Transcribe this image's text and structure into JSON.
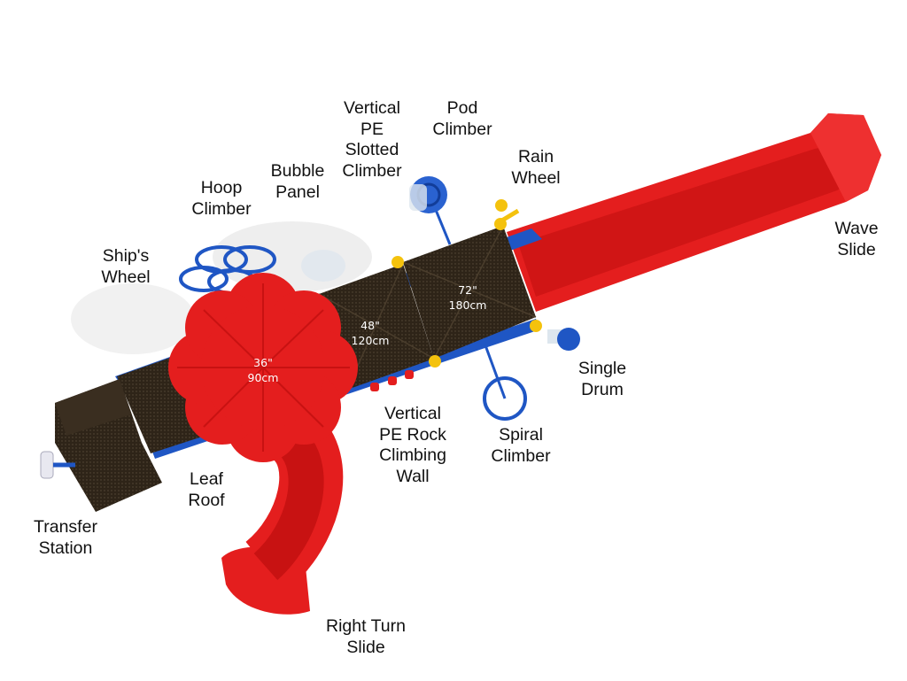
{
  "colors": {
    "red": "#e41e1e",
    "deck": "#2e2418",
    "blue": "#1f56c4",
    "yellow": "#f4c20d"
  },
  "labels": {
    "vertical_pe_slotted_climber": [
      "Vertical",
      "PE",
      "Slotted",
      "Climber"
    ],
    "pod_climber": [
      "Pod",
      "Climber"
    ],
    "rain_wheel": [
      "Rain",
      "Wheel"
    ],
    "bubble_panel": [
      "Bubble",
      "Panel"
    ],
    "hoop_climber": [
      "Hoop",
      "Climber"
    ],
    "ships_wheel": [
      "Ship's",
      "Wheel"
    ],
    "wave_slide": [
      "Wave",
      "Slide"
    ],
    "single_drum": [
      "Single",
      "Drum"
    ],
    "vertical_pe_rock_climbing_wall": [
      "Vertical",
      "PE Rock",
      "Climbing",
      "Wall"
    ],
    "spiral_climber": [
      "Spiral",
      "Climber"
    ],
    "leaf_roof": [
      "Leaf",
      "Roof"
    ],
    "transfer_station": [
      "Transfer",
      "Station"
    ],
    "right_turn_slide": [
      "Right Turn",
      "Slide"
    ]
  },
  "deck_heights": [
    {
      "imperial": "36\"",
      "metric": "90cm"
    },
    {
      "imperial": "48\"",
      "metric": "120cm"
    },
    {
      "imperial": "72\"",
      "metric": "180cm"
    }
  ]
}
